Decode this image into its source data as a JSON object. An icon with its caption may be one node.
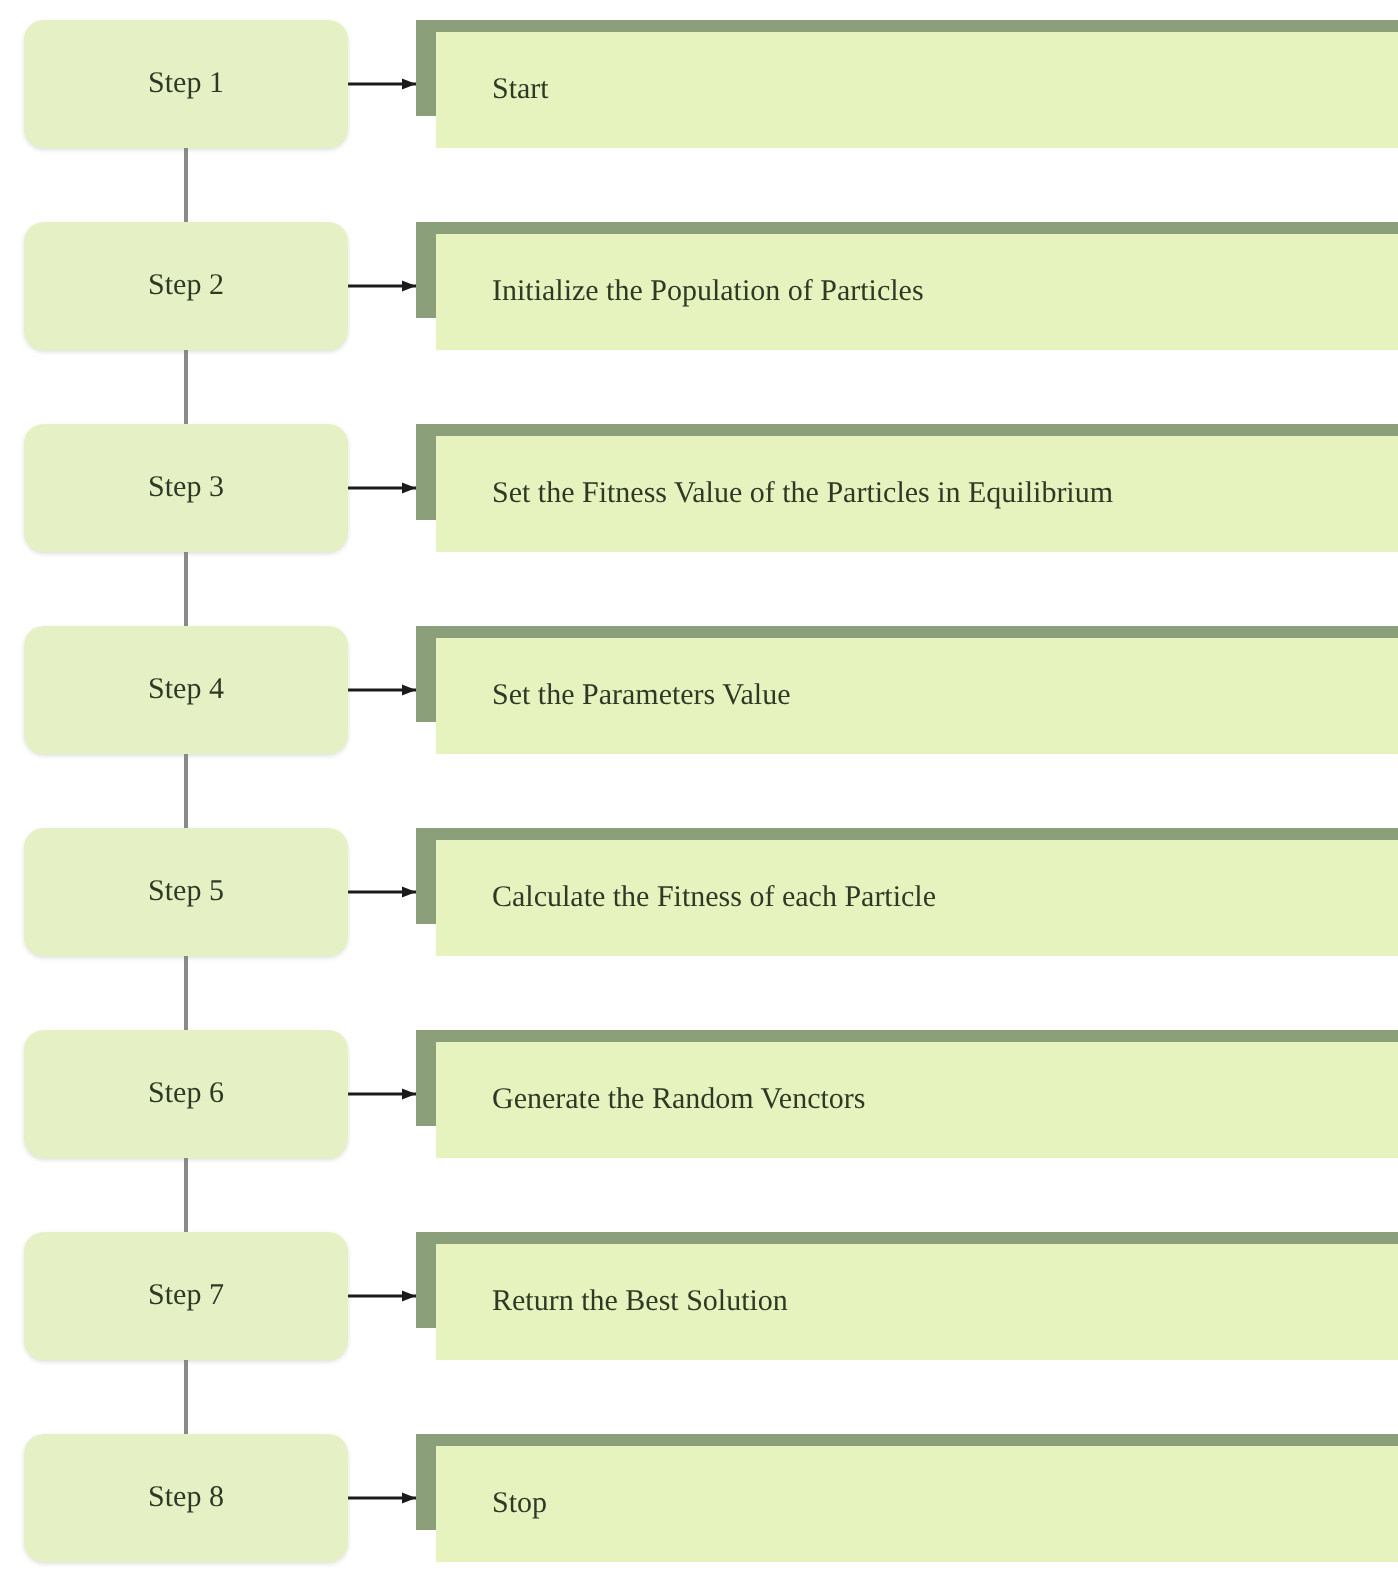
{
  "diagram": {
    "nodes": [
      {
        "text": [
          "Step 1"
        ]
      },
      {
        "text": [
          "Start"
        ]
      },
      {
        "text": [
          "Step 2"
        ]
      },
      {
        "text": [
          "Initialize the Population of Particles"
        ]
      },
      {
        "text": [
          "Step 3"
        ]
      },
      {
        "text": [
          "Set the Fitness Value of the Particles in Equilibrium"
        ]
      },
      {
        "text": [
          "Step 4"
        ]
      },
      {
        "text": [
          "Set the Parameters Value"
        ]
      },
      {
        "text": [
          "Step 5"
        ]
      },
      {
        "text": [
          "Calculate the Fitness of each Particle"
        ]
      },
      {
        "text": [
          "Step 6"
        ]
      },
      {
        "text": [
          "Generate the Random Venctors"
        ]
      },
      {
        "text": [
          "Step 7"
        ]
      },
      {
        "text": [
          "Return the Best Solution"
        ]
      },
      {
        "text": [
          "Step 8"
        ]
      },
      {
        "text": [
          "Stop"
        ]
      }
    ],
    "edges": [
      {
        "from": 0,
        "to": 1,
        "arrow": "to"
      },
      {
        "from": 0,
        "to": 2,
        "arrow": "none",
        "color": "#8a8a8a"
      },
      {
        "from": 2,
        "to": 3,
        "arrow": "to"
      },
      {
        "from": 2,
        "to": 4,
        "arrow": "none",
        "color": "#8a8a8a"
      },
      {
        "from": 4,
        "to": 5,
        "arrow": "to"
      },
      {
        "from": 4,
        "to": 6,
        "arrow": "none",
        "color": "#8a8a8a"
      },
      {
        "from": 6,
        "to": 7,
        "arrow": "to"
      },
      {
        "from": 6,
        "to": 8,
        "arrow": "none",
        "color": "#8a8a8a"
      },
      {
        "from": 8,
        "to": 9,
        "arrow": "to"
      },
      {
        "from": 8,
        "to": 10,
        "arrow": "none",
        "color": "#8a8a8a"
      },
      {
        "from": 10,
        "to": 11,
        "arrow": "to"
      },
      {
        "from": 10,
        "to": 12,
        "arrow": "none",
        "color": "#8a8a8a"
      },
      {
        "from": 12,
        "to": 13,
        "arrow": "to"
      },
      {
        "from": 12,
        "to": 14,
        "arrow": "none",
        "color": "#8a8a8a"
      },
      {
        "from": 14,
        "to": 15,
        "arrow": "to"
      }
    ]
  }
}
